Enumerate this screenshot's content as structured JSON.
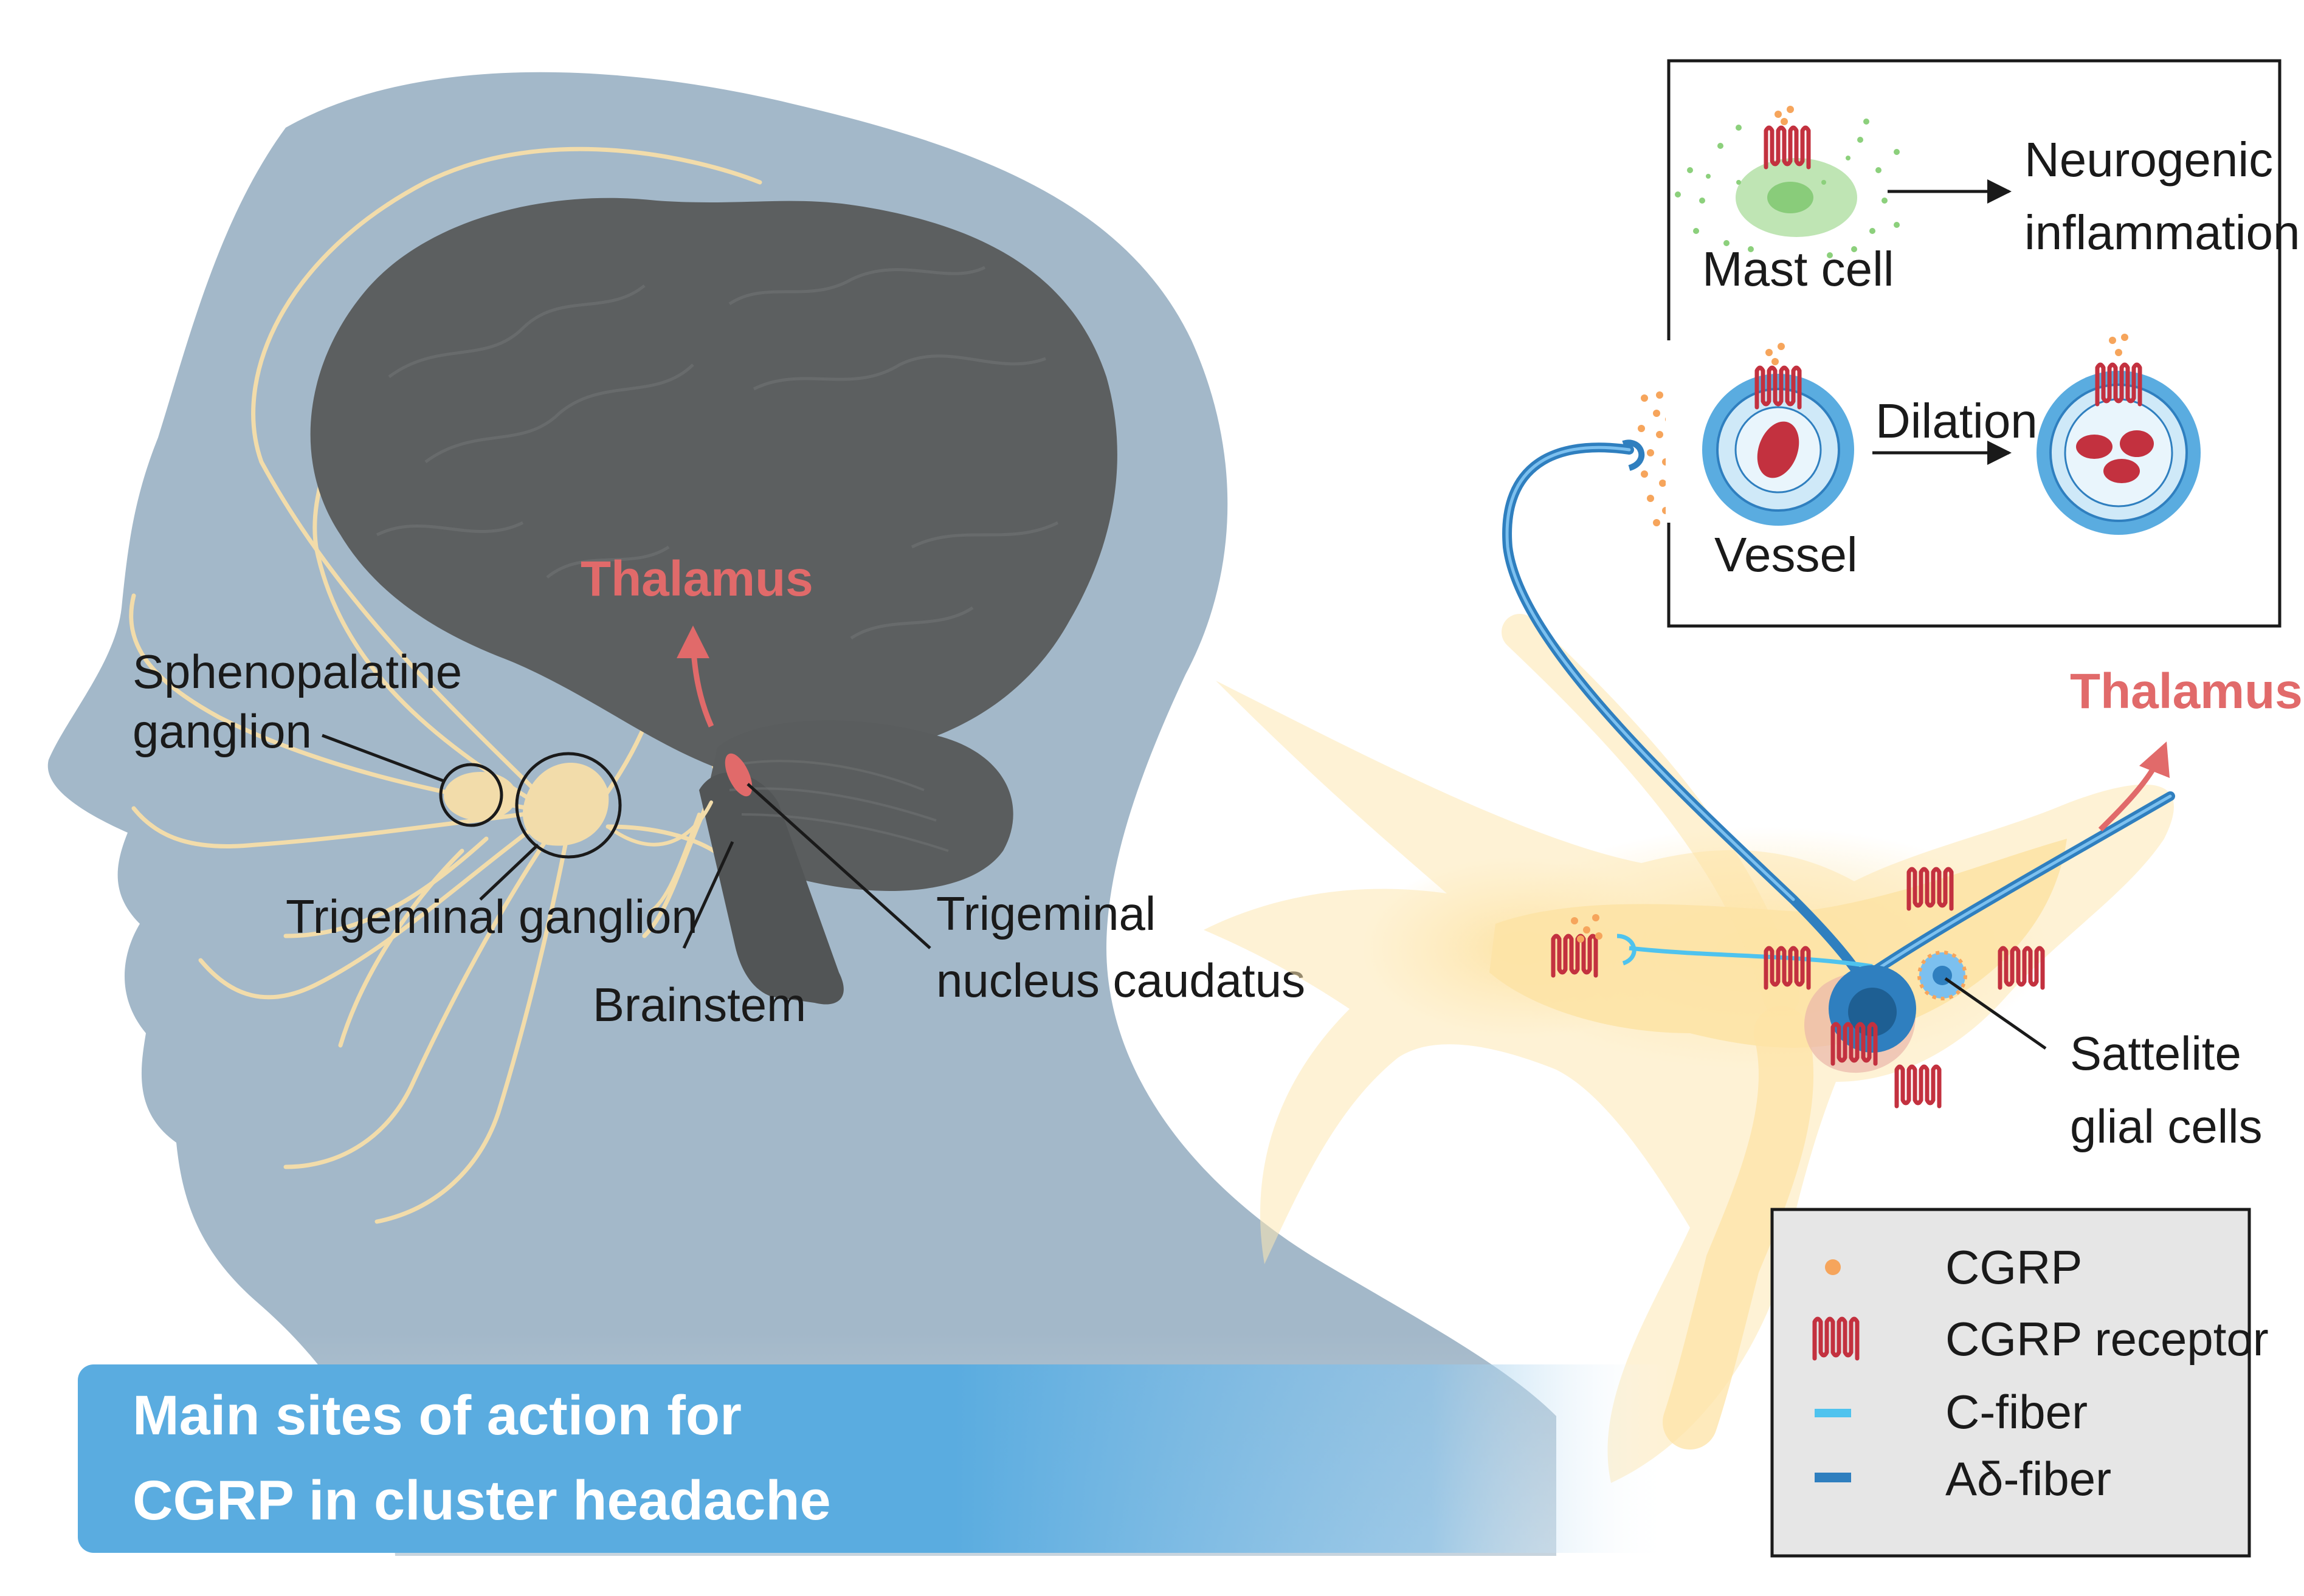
{
  "title": {
    "line1": "Main sites of action for",
    "line2": "CGRP in cluster headache"
  },
  "head_labels": {
    "sphenopalatine_line1": "Sphenopalatine",
    "sphenopalatine_line2": "ganglion",
    "trigeminal_ganglion": "Trigeminal ganglion",
    "brainstem": "Brainstem",
    "tnc_line1": "Trigeminal",
    "tnc_line2": "nucleus caudatus",
    "thalamus": "Thalamus"
  },
  "inset": {
    "mast_cell": "Mast cell",
    "neurogenic_line1": "Neurogenic",
    "neurogenic_line2": "inflammation",
    "vessel": "Vessel",
    "dilation": "Dilation"
  },
  "ganglion_labels": {
    "thalamus": "Thalamus",
    "satellite_line1": "Sattelite",
    "satellite_line2": "glial cells"
  },
  "legend": {
    "cgrp": "CGRP",
    "cgrp_receptor": "CGRP receptor",
    "c_fiber": "C-fiber",
    "a_delta_fiber": "Aδ-fiber"
  },
  "colors": {
    "head": "#a3b8c9",
    "brain": "#5c5f60",
    "nerve": "#f2dcaa",
    "ganglion_glow": "#fde8b3",
    "thalamus_accent": "#e16a6a",
    "c_fiber": "#4fc3ee",
    "a_delta_fiber": "#2f7fbf",
    "cgrp_dot": "#f6a55c",
    "receptor": "#c3313f",
    "mast_cell": "#a9dc9b",
    "banner": "#5aace0",
    "legend_bg": "#e6e6e6"
  },
  "icons": [
    "cgrp-dot-icon",
    "cgrp-receptor-icon",
    "c-fiber-line-icon",
    "a-delta-fiber-line-icon",
    "arrow-icon"
  ]
}
